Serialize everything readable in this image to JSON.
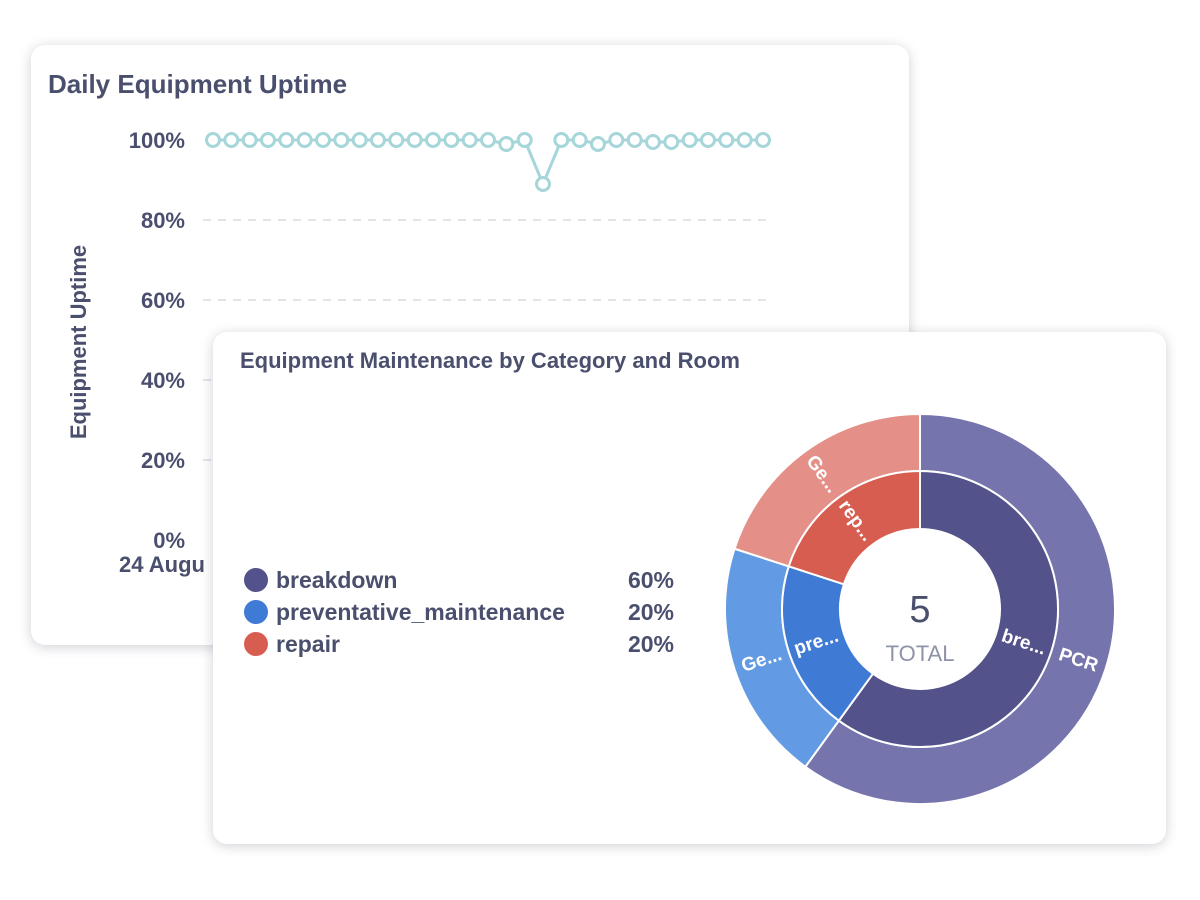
{
  "uptime_card": {
    "title": "Daily Equipment Uptime",
    "chart_data": {
      "type": "line",
      "title": "Daily Equipment Uptime",
      "ylabel": "Equipment Uptime",
      "xlabel": "",
      "yticks": [
        "100%",
        "80%",
        "60%",
        "40%",
        "20%",
        "0%"
      ],
      "ylim": [
        0,
        100
      ],
      "grid": true,
      "first_x_label": "24 Augu",
      "series": [
        {
          "color": "#a6d6da",
          "values": [
            100,
            100,
            100,
            100,
            100,
            100,
            100,
            100,
            100,
            100,
            100,
            100,
            100,
            100,
            100,
            100,
            99,
            100,
            89,
            100,
            100,
            99,
            100,
            100,
            99.5,
            99.5,
            100,
            100,
            100,
            100,
            100
          ]
        }
      ]
    }
  },
  "maintenance_card": {
    "title": "Equipment Maintenance by Category and Room",
    "chart_data": {
      "type": "pie",
      "title": "Equipment Maintenance by Category and Room",
      "total": {
        "value": "5",
        "label": "TOTAL"
      },
      "legend": [
        {
          "name": "breakdown",
          "percent": "60%",
          "value": 3,
          "color": "#53528a"
        },
        {
          "name": "preventative_maintenance",
          "percent": "20%",
          "value": 1,
          "color": "#3f7ad4"
        },
        {
          "name": "repair",
          "percent": "20%",
          "value": 1,
          "color": "#d85d51"
        }
      ],
      "inner_ring": [
        {
          "label": "bre...",
          "category": "breakdown",
          "value": 3,
          "color": "#53528a"
        },
        {
          "label": "pre...",
          "category": "preventative_maintenance",
          "value": 1,
          "color": "#3f7ad4"
        },
        {
          "label": "rep...",
          "category": "repair",
          "value": 1,
          "color": "#d85d51"
        }
      ],
      "outer_ring": [
        {
          "label": "PCR",
          "category": "breakdown",
          "value": 3,
          "color": "#7574ad"
        },
        {
          "label": "Ge...",
          "category": "preventative_maintenance",
          "value": 1,
          "color": "#629be3"
        },
        {
          "label": "Ge...",
          "category": "repair",
          "value": 1,
          "color": "#e48f87"
        }
      ]
    }
  }
}
